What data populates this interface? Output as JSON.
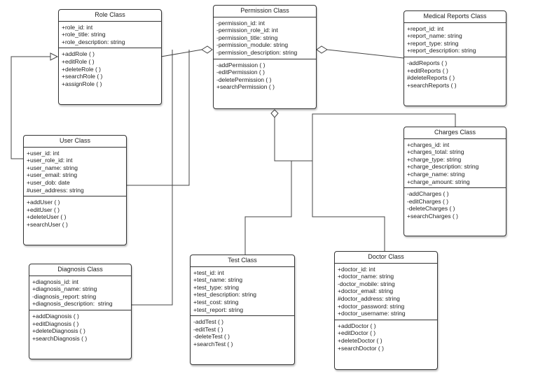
{
  "classes": {
    "role": {
      "title": "Role Class",
      "attributes": [
        "+role_id: int",
        "+role_title: string",
        "+role_description: string"
      ],
      "methods": [
        "+addRole ( )",
        "+editRole ( )",
        "+deleteRole ( )",
        "+searchRole ( )",
        "+assignRole ( )"
      ]
    },
    "permission": {
      "title": "Permission Class",
      "attributes": [
        "-permission_id: int",
        "-permission_role_id: int",
        "-permission_title: string",
        "-permission_module: string",
        "-permission_description: string"
      ],
      "methods": [
        "-addPermission ( )",
        "-editPermission ( )",
        "-deletePermission ( )",
        "+searchPermission ( )"
      ]
    },
    "medical": {
      "title": "Medical Reports Class",
      "attributes": [
        "+report_id: int",
        "+report_name: string",
        "+report_type: string",
        "+report_description: string"
      ],
      "methods": [
        "-addReports ( )",
        "+editReports ( )",
        "#deleteReports ( )",
        "+searchReports ( )"
      ]
    },
    "user": {
      "title": "User Class",
      "attributes": [
        "+user_id: int",
        "+user_role_id: int",
        "+user_name: string",
        "+user_email: string",
        "+user_dob: date",
        "#user_address: string"
      ],
      "methods": [
        "+addUser ( )",
        "+editUser ( )",
        "+deleteUser ( )",
        "+searchUser ( )"
      ]
    },
    "charges": {
      "title": "Charges Class",
      "attributes": [
        "+charges_id: int",
        "+charges_total: string",
        "+charge_type: string",
        "+charge_description: string",
        "+charge_name: string",
        "+charge_amount: string"
      ],
      "methods": [
        "-addCharges ( )",
        "-editCharges ( )",
        "-deleteCharges ( )",
        "+searchCharges ( )"
      ]
    },
    "diagnosis": {
      "title": "Diagnosis Class",
      "attributes": [
        "+diagnosis_id: int",
        "+diagnosis_name: string",
        "-diagnosis_report: string",
        "+diagnosis_description:  string"
      ],
      "methods": [
        "+addDiagnosis ( )",
        "+editDiagnosis ( )",
        "+deleteDiagnosis ( )",
        "+searchDiagnosis ( )"
      ]
    },
    "test": {
      "title": "Test Class",
      "attributes": [
        "+test_id: int",
        "+test_name: string",
        "+test_type: string",
        "+test_description: string",
        "+test_cost: string",
        "+test_report: string"
      ],
      "methods": [
        "-addTest ( )",
        "-editTest ( )",
        "-deleteTest ( )",
        "+searchTest ( )"
      ]
    },
    "doctor": {
      "title": "Doctor Class",
      "attributes": [
        "+doctor_id: int",
        "+doctor_name: string",
        "-doctor_mobile: string",
        "+doctor_email: string",
        "#doctor_address: string",
        "+doctor_password: string",
        "+doctor_username: string"
      ],
      "methods": [
        "+addDoctor ( )",
        "+editDoctor ( )",
        "+deleteDoctor ( )",
        "+searchDoctor ( )"
      ]
    }
  }
}
